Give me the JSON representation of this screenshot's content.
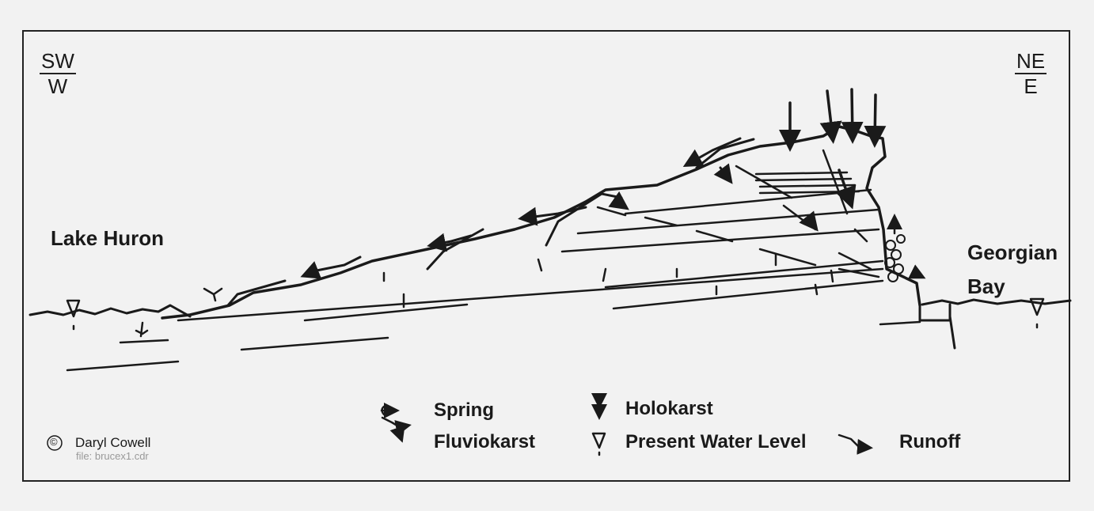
{
  "directions": {
    "left_top": "SW",
    "left_bottom": "W",
    "right_top": "NE",
    "right_bottom": "E"
  },
  "labels": {
    "lake_huron": "Lake Huron",
    "georgian": "Georgian",
    "bay": "Bay"
  },
  "legend": {
    "spring": "Spring",
    "fluviokarst": "Fluviokarst",
    "holokarst": "Holokarst",
    "present_water_level": "Present Water Level",
    "runoff": "Runoff"
  },
  "credit": {
    "symbol": "©",
    "author": "Daryl Cowell",
    "file": "file: brucex1.cdr"
  }
}
